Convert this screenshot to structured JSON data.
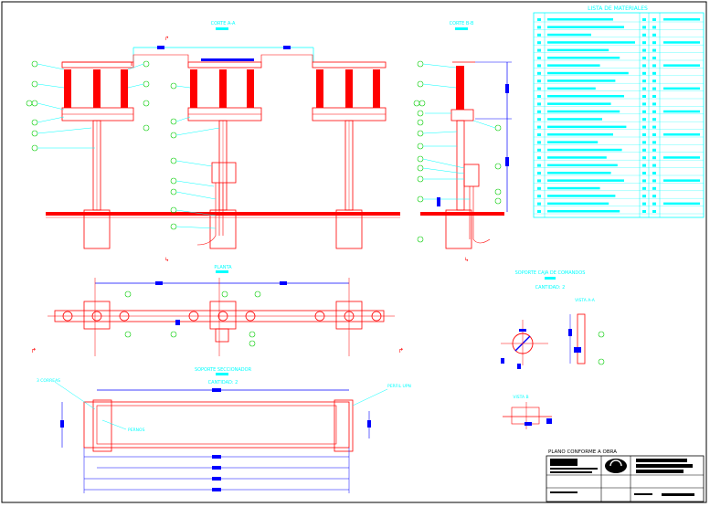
{
  "labels": {
    "corte_aa": "CORTE A-A",
    "corte_bb": "CORTE B-B",
    "planta": "PLANTA",
    "lista_materiales": "LISTA DE MATERIALES",
    "soporte_caja": "SOPORTE CAJA DE COMANDOS",
    "cantidad_caja": "CANTIDAD: 2",
    "vista_aa": "VISTA A-A",
    "vista_b": "VISTA B",
    "soporte_seccionador": "SOPORTE SECCIONADOR",
    "cantidad_seccionador": "CANTIDAD: 2",
    "perfil_c": "3 CORREAS",
    "perfil_pl": "PERFIL UPN",
    "pernos": "PERNOS",
    "plano_conforme": "PLANO CONFORME A OBRA"
  },
  "colors": {
    "red": "#ff0000",
    "cyan": "#00ffff",
    "blue": "#0000ff",
    "green": "#00cc00",
    "frame": "#000000"
  }
}
